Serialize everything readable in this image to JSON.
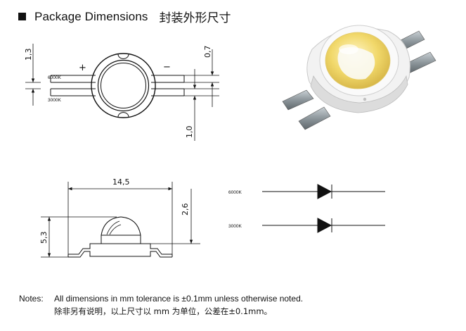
{
  "header": {
    "title_en": "Package Dimensions",
    "title_cn": "封装外形尺寸"
  },
  "top_view": {
    "dim_left": "1,3",
    "dim_right_top": "0,7",
    "dim_right_bottom": "1,0",
    "plus_sign": "+",
    "minus_sign": "−",
    "label_6000": "6000K",
    "label_3000": "3000K"
  },
  "side_view": {
    "dim_width": "14,5",
    "dim_height": "5,3",
    "dim_dome": "2,6"
  },
  "schematic": {
    "label_6000": "6000K",
    "label_3000": "3000K"
  },
  "notes": {
    "label": "Notes:",
    "text_en": "All dimensions in mm tolerance is ±0.1mm unless otherwise noted.",
    "text_cn": "除非另有说明，以上尺寸以 mm 为单位，公差在±0.1mm。"
  },
  "colors": {
    "line": "#111111",
    "led_yellow": "#f3dc7a",
    "led_white": "#f7f7f2",
    "lead": "#9aa3a8"
  }
}
